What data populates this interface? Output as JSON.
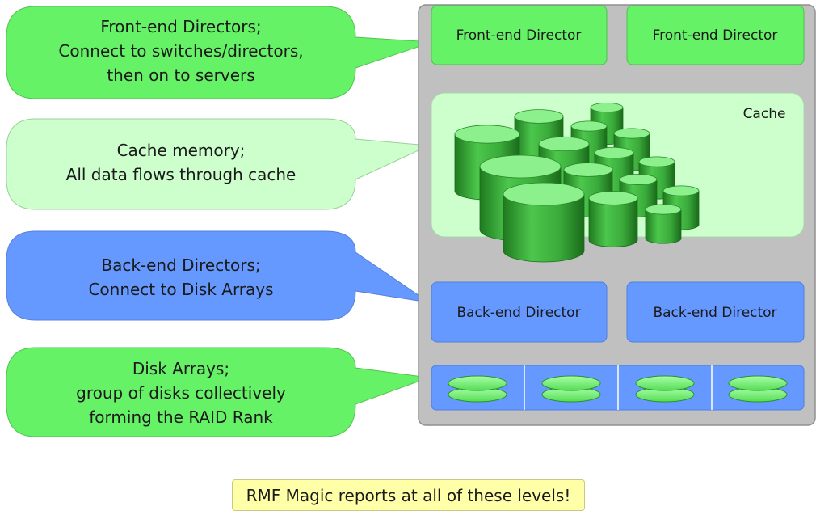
{
  "callouts": {
    "front_end": [
      "Front-end Directors;",
      "Connect to switches/directors,",
      "then on to servers"
    ],
    "cache": [
      "Cache memory;",
      "All data flows through cache"
    ],
    "back_end": [
      "Back-end Directors;",
      "Connect to Disk Arrays"
    ],
    "disk_arrays": [
      "Disk Arrays;",
      "group of disks collectively",
      "forming the RAID Rank"
    ]
  },
  "system": {
    "front_end_director_1": "Front-end Director",
    "front_end_director_2": "Front-end Director",
    "cache_label": "Cache",
    "back_end_director_1": "Back-end Director",
    "back_end_director_2": "Back-end Director"
  },
  "footer": "RMF Magic reports at all of these levels!",
  "colors": {
    "green_box": "#66f266",
    "light_green": "#ccffcc",
    "blue": "#6699ff",
    "chassis": "#c0c0c0",
    "note_yellow": "#ffffa8"
  }
}
